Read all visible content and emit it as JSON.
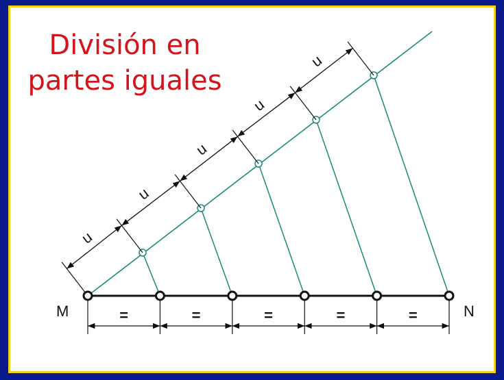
{
  "title": {
    "line1": "División en",
    "line2": "partes iguales"
  },
  "labels": {
    "start": "M",
    "end": "N"
  },
  "unit_label": "u",
  "equal_label": "=",
  "divisions": 5,
  "colors": {
    "frame": "#0a1a8c",
    "border": "#f2d21a",
    "title": "#d4141a",
    "construction": "#1a8a7a",
    "line": "#111111"
  }
}
